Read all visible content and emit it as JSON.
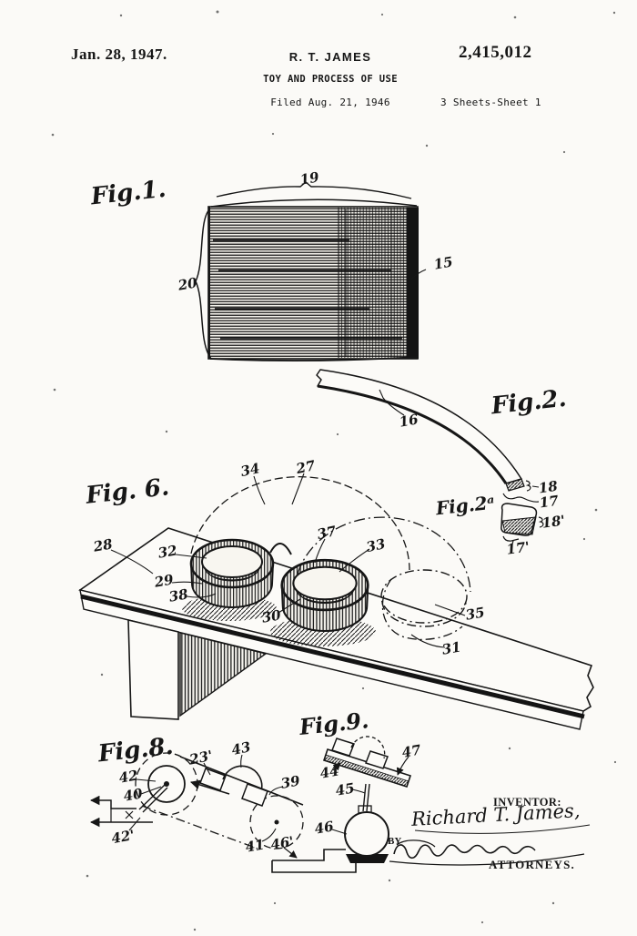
{
  "page": {
    "background": "#fbfaf7",
    "ink": "#161616"
  },
  "header": {
    "date": "Jan. 28, 1947.",
    "inventor": "R. T. JAMES",
    "patent_number": "2,415,012",
    "title": "TOY AND PROCESS OF USE",
    "filed": "Filed Aug. 21, 1946",
    "sheet": "3 Sheets-Sheet 1"
  },
  "figures": {
    "fig1": {
      "label": "Fig.1.",
      "refs": {
        "r19": "19",
        "r20": "20",
        "r15": "15"
      }
    },
    "fig2": {
      "label": "Fig.2.",
      "refs": {
        "r16": "16",
        "r18": "18",
        "r17": "17"
      }
    },
    "fig2a": {
      "label": "Fig.2ᵃ",
      "refs": {
        "r18p": "18'",
        "r17p": "17'"
      }
    },
    "fig6": {
      "label": "Fig. 6.",
      "refs": {
        "r28": "28",
        "r32": "32",
        "r29": "29",
        "r38": "38",
        "r34": "34",
        "r27": "27",
        "r37": "37",
        "r33": "33",
        "r30": "30",
        "r35": "35",
        "r31": "31"
      }
    },
    "fig8": {
      "label": "Fig.8.",
      "refs": {
        "r42": "42",
        "r40": "40",
        "r42p": "42'",
        "r23p": "23'",
        "r43": "43",
        "r39": "39",
        "r41": "41",
        "r46p": "46'"
      }
    },
    "fig9": {
      "label": "Fig.9.",
      "refs": {
        "r44": "44",
        "r45": "45",
        "r46": "46",
        "r47": "47"
      }
    }
  },
  "signature_block": {
    "inventor_caption": "INVENTOR:",
    "inventor_signature": "Richard T. James,",
    "by_label": "BY",
    "attorneys_caption": "ATTORNEYS."
  }
}
